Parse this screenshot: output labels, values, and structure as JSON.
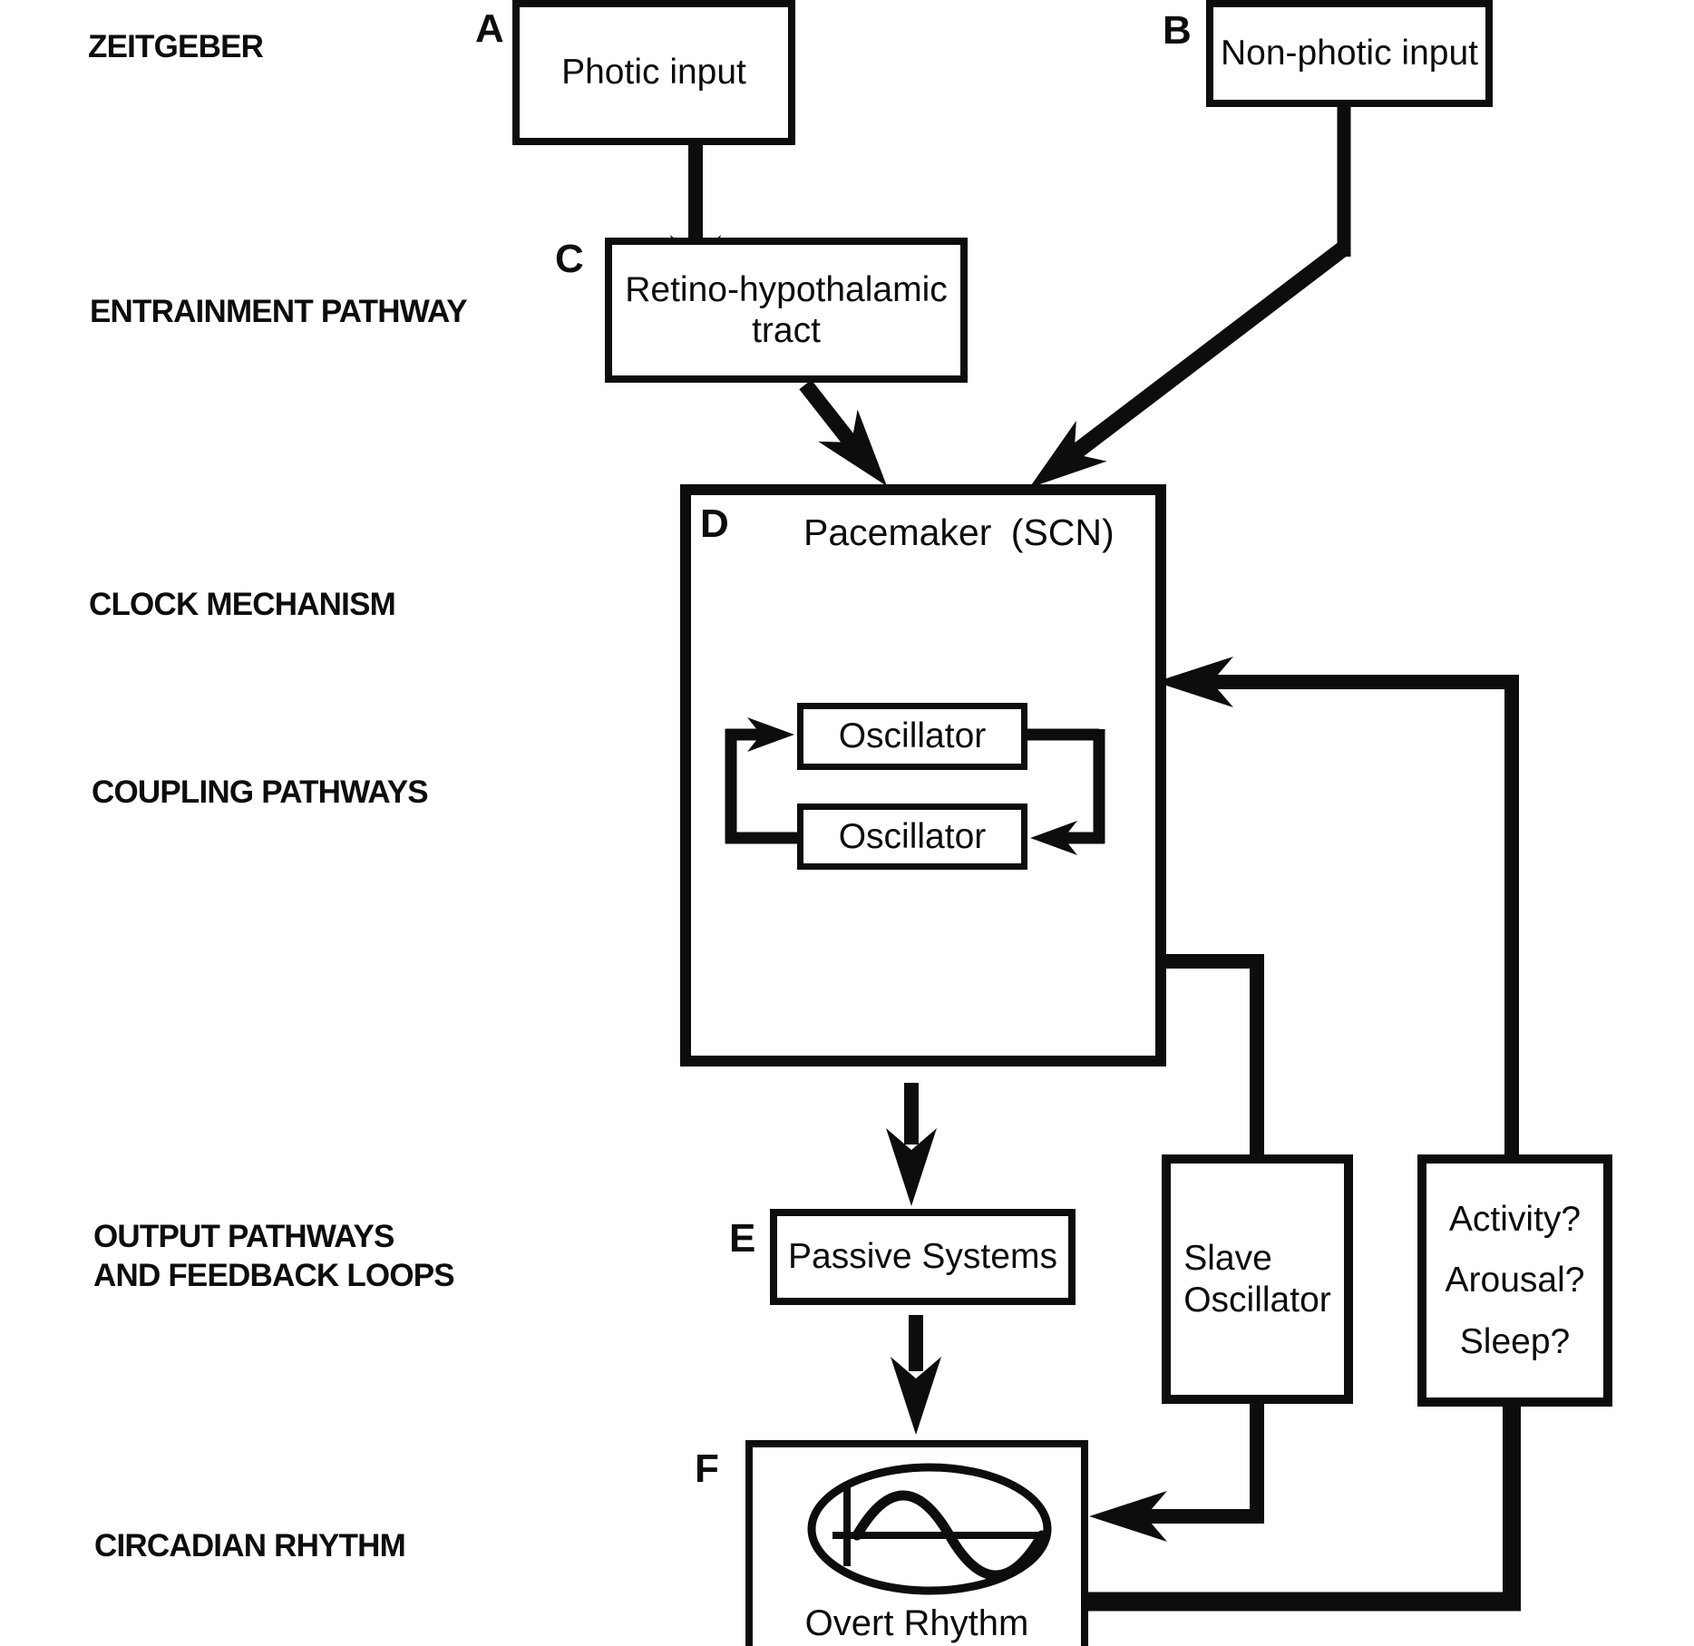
{
  "diagram_title": "Circadian system flow diagram",
  "ink_color": "#0d0d0d",
  "background_color": "#ffffff",
  "row_labels": {
    "zeitgeber": "ZEITGEBER",
    "entrainment": "ENTRAINMENT PATHWAY",
    "clock": "CLOCK MECHANISM",
    "coupling": "COUPLING PATHWAYS",
    "output_line1": "OUTPUT PATHWAYS",
    "output_line2": "AND FEEDBACK LOOPS",
    "circadian": "CIRCADIAN RHYTHM"
  },
  "boxes": {
    "photic": {
      "letter": "A",
      "label": "Photic input"
    },
    "nonphotic": {
      "letter": "B",
      "label": "Non-photic input"
    },
    "rht": {
      "letter": "C",
      "line1": "Retino-hypothalamic",
      "line2": "tract"
    },
    "pacemaker": {
      "letter": "D",
      "label": "Pacemaker (SCN)"
    },
    "osc1": {
      "label": "Oscillator"
    },
    "osc2": {
      "label": "Oscillator"
    },
    "passive": {
      "letter": "E",
      "label": "Passive Systems"
    },
    "overt": {
      "letter": "F",
      "label": "Overt Rhythm"
    },
    "slave": {
      "line1": "Slave",
      "line2": "Oscillator"
    },
    "activity": {
      "line1": "Activity?",
      "line2": "Arousal?",
      "line3": "Sleep?"
    }
  },
  "icons": {
    "overt_rhythm": "sine-wave-in-ellipse"
  }
}
